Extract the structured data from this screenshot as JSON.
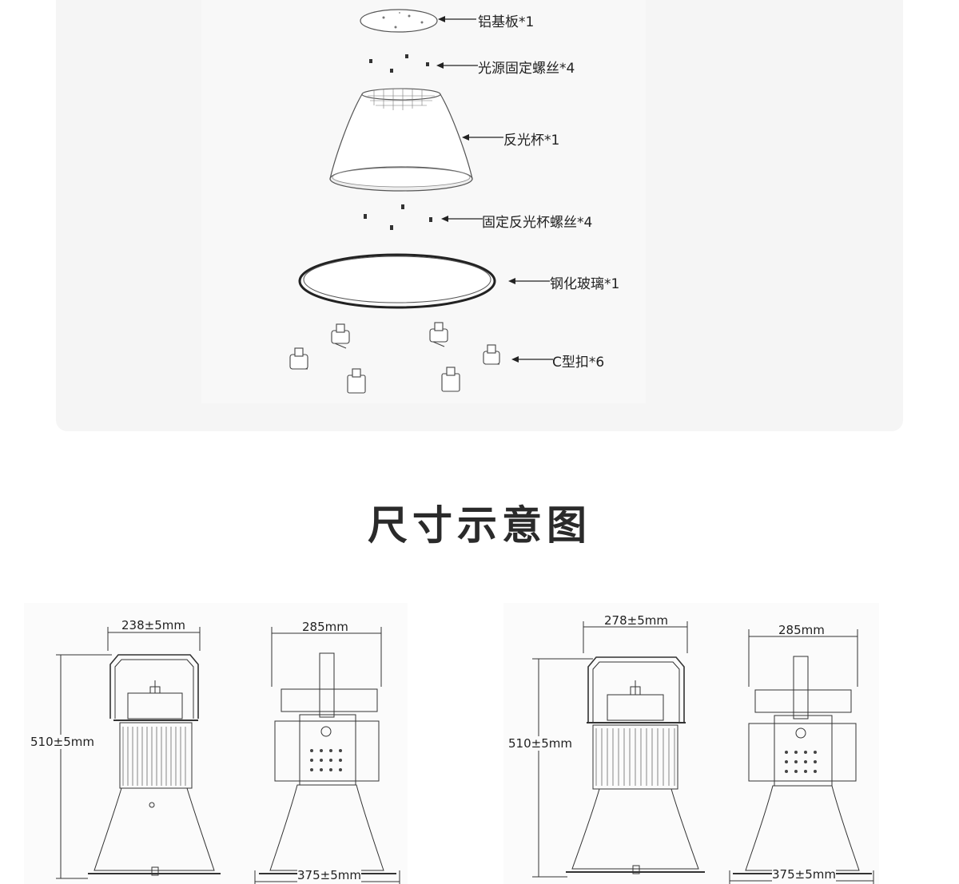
{
  "exploded_view": {
    "parts": [
      {
        "label": "铝基板*1"
      },
      {
        "label": "光源固定螺丝*4"
      },
      {
        "label": "反光杯*1"
      },
      {
        "label": "固定反光杯螺丝*4"
      },
      {
        "label": "钢化玻璃*1"
      },
      {
        "label": "C型扣*6"
      }
    ]
  },
  "section_title": "尺寸示意图",
  "dimension_drawings": {
    "left_model": {
      "front_width": "238±5mm",
      "height": "510±5mm",
      "side_width": "285mm",
      "base_width": "375±5mm"
    },
    "right_model": {
      "front_width": "278±5mm",
      "height": "510±5mm",
      "side_width": "285mm",
      "base_width": "375±5mm"
    }
  }
}
